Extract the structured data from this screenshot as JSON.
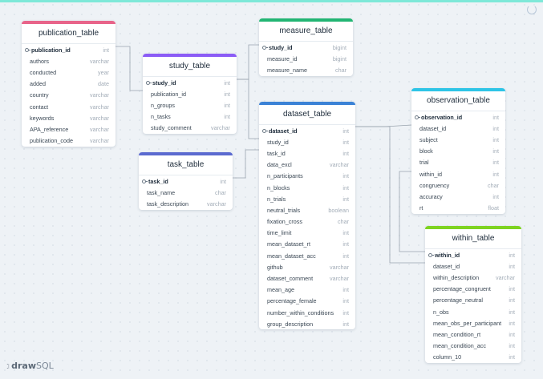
{
  "colors": {
    "publication": "#e8648a",
    "study": "#8b5cf6",
    "measure": "#22b573",
    "dataset": "#3b82d6",
    "task": "#5b6ad0",
    "observation": "#2ec4e6",
    "within": "#7ed321",
    "link": "#9aa4ae"
  },
  "logo": {
    "bold": "draw",
    "rest": "SQL"
  },
  "tables": {
    "publication": {
      "title": "publication_table",
      "fields": [
        {
          "name": "publication_id",
          "type": "int",
          "pk": true
        },
        {
          "name": "authors",
          "type": "varchar"
        },
        {
          "name": "conducted",
          "type": "year"
        },
        {
          "name": "added",
          "type": "date"
        },
        {
          "name": "country",
          "type": "varchar"
        },
        {
          "name": "contact",
          "type": "varchar"
        },
        {
          "name": "keywords",
          "type": "varchar"
        },
        {
          "name": "APA_reference",
          "type": "varchar"
        },
        {
          "name": "publication_code",
          "type": "varchar"
        }
      ]
    },
    "study": {
      "title": "study_table",
      "fields": [
        {
          "name": "study_id",
          "type": "int",
          "pk": true
        },
        {
          "name": "publication_id",
          "type": "int"
        },
        {
          "name": "n_groups",
          "type": "int"
        },
        {
          "name": "n_tasks",
          "type": "int"
        },
        {
          "name": "study_comment",
          "type": "varchar"
        }
      ]
    },
    "measure": {
      "title": "measure_table",
      "fields": [
        {
          "name": "study_id",
          "type": "bigint",
          "pk": true
        },
        {
          "name": "measure_id",
          "type": "bigint"
        },
        {
          "name": "measure_name",
          "type": "char"
        }
      ]
    },
    "dataset": {
      "title": "dataset_table",
      "fields": [
        {
          "name": "dataset_id",
          "type": "int",
          "pk": true
        },
        {
          "name": "study_id",
          "type": "int"
        },
        {
          "name": "task_id",
          "type": "int"
        },
        {
          "name": "data_excl",
          "type": "varchar"
        },
        {
          "name": "n_participants",
          "type": "int"
        },
        {
          "name": "n_blocks",
          "type": "int"
        },
        {
          "name": "n_trials",
          "type": "int"
        },
        {
          "name": "neutral_trials",
          "type": "boolean"
        },
        {
          "name": "fixation_cross",
          "type": "char"
        },
        {
          "name": "time_limit",
          "type": "int"
        },
        {
          "name": "mean_dataset_rt",
          "type": "int"
        },
        {
          "name": "mean_dataset_acc",
          "type": "int"
        },
        {
          "name": "github",
          "type": "varchar"
        },
        {
          "name": "dataset_comment",
          "type": "varchar"
        },
        {
          "name": "mean_age",
          "type": "int"
        },
        {
          "name": "percentage_female",
          "type": "int"
        },
        {
          "name": "number_within_conditions",
          "type": "int"
        },
        {
          "name": "group_description",
          "type": "int"
        }
      ]
    },
    "task": {
      "title": "task_table",
      "fields": [
        {
          "name": "task_id",
          "type": "int",
          "pk": true
        },
        {
          "name": "task_name",
          "type": "char"
        },
        {
          "name": "task_description",
          "type": "varchar"
        }
      ]
    },
    "observation": {
      "title": "observation_table",
      "fields": [
        {
          "name": "observation_id",
          "type": "int",
          "pk": true
        },
        {
          "name": "dataset_id",
          "type": "int"
        },
        {
          "name": "subject",
          "type": "int"
        },
        {
          "name": "block",
          "type": "int"
        },
        {
          "name": "trial",
          "type": "int"
        },
        {
          "name": "within_id",
          "type": "int"
        },
        {
          "name": "congruency",
          "type": "char"
        },
        {
          "name": "accuracy",
          "type": "int"
        },
        {
          "name": "rt",
          "type": "float"
        }
      ]
    },
    "within": {
      "title": "within_table",
      "fields": [
        {
          "name": "within_id",
          "type": "int",
          "pk": true
        },
        {
          "name": "dataset_id",
          "type": "int"
        },
        {
          "name": "within_description",
          "type": "varchar"
        },
        {
          "name": "percentage_congruent",
          "type": "int"
        },
        {
          "name": "percentage_neutral",
          "type": "int"
        },
        {
          "name": "n_obs",
          "type": "int"
        },
        {
          "name": "mean_obs_per_participant",
          "type": "int"
        },
        {
          "name": "mean_condition_rt",
          "type": "int"
        },
        {
          "name": "mean_condition_acc",
          "type": "int"
        },
        {
          "name": "column_10",
          "type": "int"
        }
      ]
    }
  }
}
